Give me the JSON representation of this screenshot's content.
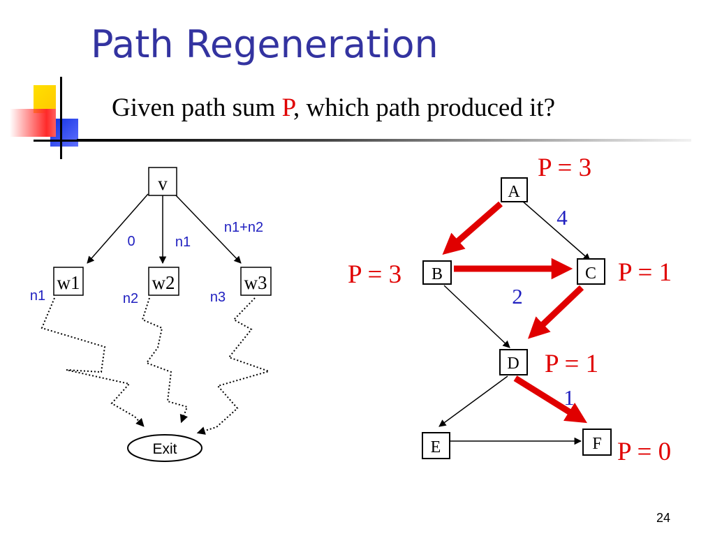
{
  "slide": {
    "title": "Path Regeneration",
    "subtitle_prefix": "Given path sum ",
    "subtitle_p": "P",
    "subtitle_suffix": ", which path produced it?",
    "page_number": "24"
  },
  "colors": {
    "title": "#3333a0",
    "highlight": "#e00000",
    "edge_label_blue": "#2020c0",
    "deco_yellow": "#ffd400",
    "deco_red": "#ff3030",
    "deco_blue": "#1f3fd8"
  },
  "left_diagram": {
    "nodes": {
      "v": "v",
      "w1": "w1",
      "w2": "w2",
      "w3": "w3",
      "exit": "Exit"
    },
    "edge_labels": {
      "v_w1": "0",
      "v_w2": "n1",
      "v_w3": "n1+n2"
    },
    "path_labels": {
      "w1": "n1",
      "w2": "n2",
      "w3": "n3"
    }
  },
  "right_diagram": {
    "nodes": {
      "A": "A",
      "B": "B",
      "C": "C",
      "D": "D",
      "E": "E",
      "F": "F"
    },
    "edge_labels": {
      "A_C": "4",
      "B_C": "2",
      "D_F": "1"
    },
    "p_labels": {
      "A": "P = 3",
      "B": "P = 3",
      "C": "P = 1",
      "D": "P = 1",
      "F": "P = 0"
    }
  }
}
